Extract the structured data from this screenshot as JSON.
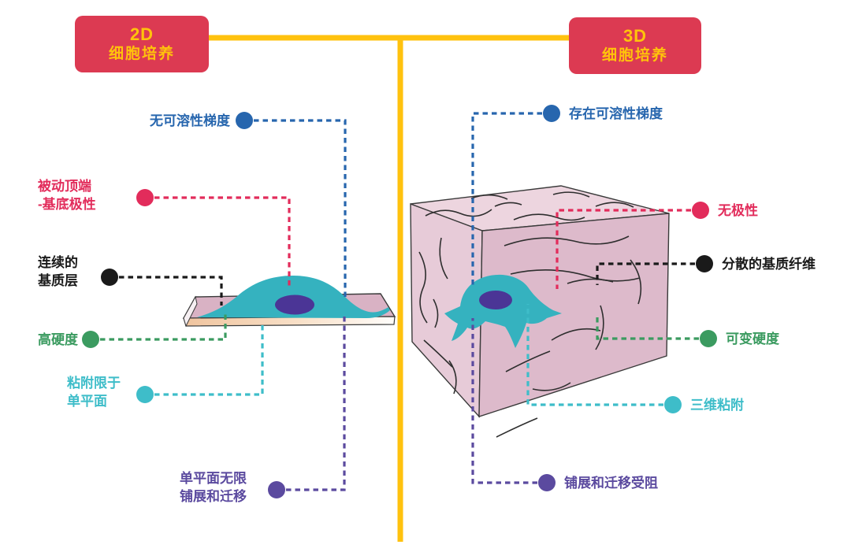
{
  "boxes": {
    "left": {
      "title": "2D",
      "subtitle": "细胞培养"
    },
    "right": {
      "title": "3D",
      "subtitle": "细胞培养"
    }
  },
  "left_labels": [
    {
      "id": "no-soluble-gradient",
      "text": "无可溶性梯度",
      "color": "#2766AE"
    },
    {
      "id": "passive-apical-basal-polarity",
      "text": "被动顶端\n-基底极性",
      "color": "#E22C5B"
    },
    {
      "id": "continuous-matrix-layer",
      "text": "连续的\n基质层",
      "color": "#1A1A1A"
    },
    {
      "id": "high-stiffness",
      "text": "高硬度",
      "color": "#3B9B60"
    },
    {
      "id": "adhesion-limited-single-plane",
      "text": "粘附限于\n单平面",
      "color": "#3EBDC9"
    },
    {
      "id": "unlimited-spread-migration",
      "text": "单平面无限\n铺展和迁移",
      "color": "#5B4A9F"
    }
  ],
  "right_labels": [
    {
      "id": "soluble-gradient-present",
      "text": "存在可溶性梯度",
      "color": "#2766AE"
    },
    {
      "id": "no-polarity",
      "text": "无极性",
      "color": "#E22C5B"
    },
    {
      "id": "dispersed-matrix-fibers",
      "text": "分散的基质纤维",
      "color": "#1A1A1A"
    },
    {
      "id": "variable-stiffness",
      "text": "可变硬度",
      "color": "#3B9B60"
    },
    {
      "id": "three-dimensional-adhesion",
      "text": "三维粘附",
      "color": "#3EBDC9"
    },
    {
      "id": "spread-migration-hindered",
      "text": "铺展和迁移受阻",
      "color": "#5B4A9F"
    }
  ],
  "colors": {
    "box_background": "#DC3A52",
    "box_text": "#FFC30B",
    "connector_yellow": "#FFC20E",
    "blue": "#2766AE",
    "pink": "#E22C5B",
    "black": "#1A1A1A",
    "green": "#3B9B60",
    "cyan": "#3EBDC9",
    "purple": "#5B4A9F",
    "cell_body": "#35B2BF",
    "cell_nucleus": "#4B3596",
    "slab_top": "#D9B2C4",
    "cube_top": "#EDD5DF",
    "cube_left": "#E7CBD8",
    "cube_right": "#DDBACB"
  }
}
